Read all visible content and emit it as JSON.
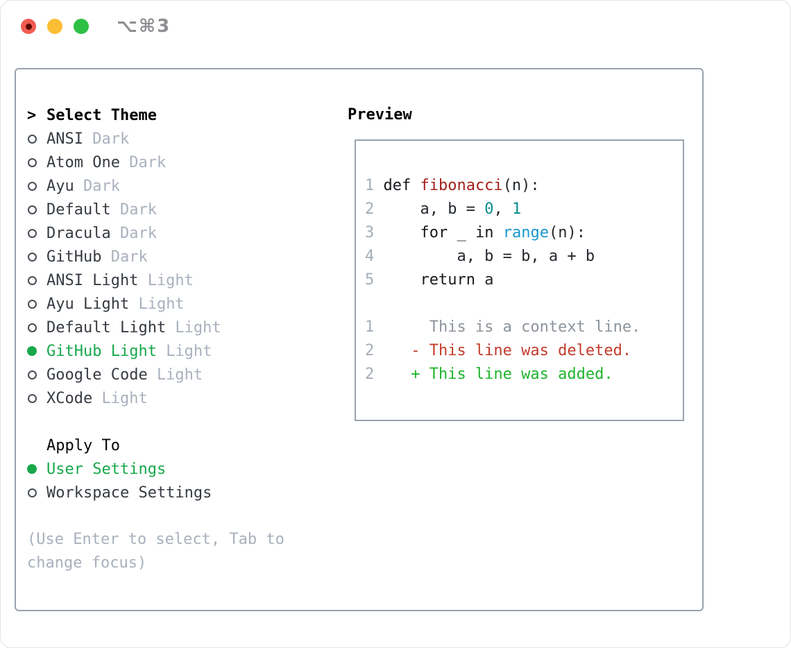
{
  "window": {
    "title": "⌥⌘3",
    "traffic_lights": [
      "close",
      "minimize",
      "zoom"
    ]
  },
  "theme_panel": {
    "title_prefix": ">",
    "title": "Select Theme",
    "themes": [
      {
        "name": "ANSI",
        "variant": "Dark",
        "selected": false
      },
      {
        "name": "Atom One",
        "variant": "Dark",
        "selected": false
      },
      {
        "name": "Ayu",
        "variant": "Dark",
        "selected": false
      },
      {
        "name": "Default",
        "variant": "Dark",
        "selected": false
      },
      {
        "name": "Dracula",
        "variant": "Dark",
        "selected": false
      },
      {
        "name": "GitHub",
        "variant": "Dark",
        "selected": false
      },
      {
        "name": "ANSI Light",
        "variant": "Light",
        "selected": false
      },
      {
        "name": "Ayu Light",
        "variant": "Light",
        "selected": false
      },
      {
        "name": "Default Light",
        "variant": "Light",
        "selected": false
      },
      {
        "name": "GitHub Light",
        "variant": "Light",
        "selected": true
      },
      {
        "name": "Google Code",
        "variant": "Light",
        "selected": false
      },
      {
        "name": "XCode",
        "variant": "Light",
        "selected": false
      }
    ],
    "apply_to": {
      "title": "Apply To",
      "options": [
        {
          "label": "User Settings",
          "selected": true
        },
        {
          "label": "Workspace Settings",
          "selected": false
        }
      ]
    },
    "help": [
      "(Use Enter to select, Tab to",
      "change focus)"
    ]
  },
  "preview": {
    "title": "Preview",
    "code_lines": [
      {
        "num": "1",
        "tokens": [
          {
            "t": "def ",
            "c": "kw"
          },
          {
            "t": "fibonacci",
            "c": "fn"
          },
          {
            "t": "(n):",
            "c": "pl"
          }
        ]
      },
      {
        "num": "2",
        "tokens": [
          {
            "t": "    a, b = ",
            "c": "pl"
          },
          {
            "t": "0",
            "c": "nm"
          },
          {
            "t": ", ",
            "c": "pl"
          },
          {
            "t": "1",
            "c": "nm"
          }
        ]
      },
      {
        "num": "3",
        "tokens": [
          {
            "t": "    ",
            "c": "pl"
          },
          {
            "t": "for",
            "c": "kw"
          },
          {
            "t": " _ ",
            "c": "pl"
          },
          {
            "t": "in",
            "c": "kw"
          },
          {
            "t": " ",
            "c": "pl"
          },
          {
            "t": "range",
            "c": "bi"
          },
          {
            "t": "(n):",
            "c": "pl"
          }
        ]
      },
      {
        "num": "4",
        "tokens": [
          {
            "t": "        a, b = b, a + b",
            "c": "pl"
          }
        ]
      },
      {
        "num": "5",
        "tokens": [
          {
            "t": "    ",
            "c": "pl"
          },
          {
            "t": "return",
            "c": "kw"
          },
          {
            "t": " a",
            "c": "pl"
          }
        ]
      }
    ],
    "diff_lines": [
      {
        "num": "1",
        "kind": "context",
        "text": "     This is a context line."
      },
      {
        "num": "2",
        "kind": "deleted",
        "text": "   - This line was deleted."
      },
      {
        "num": "2",
        "kind": "added",
        "text": "   + This line was added."
      }
    ]
  },
  "colors": {
    "selected_green": "#17a84b",
    "diff_added_green": "#1db42c",
    "diff_deleted_red": "#c33b2b",
    "diff_context_gray": "#8d949c",
    "function_red": "#a2211b",
    "number_teal": "#0d8d8d",
    "builtin_blue": "#1996cd",
    "muted_gray": "#a9b1bd",
    "panel_border": "#99a1ab",
    "traffic_red": "#f25b51",
    "traffic_yellow": "#fbbd33",
    "traffic_green": "#2ec044"
  }
}
